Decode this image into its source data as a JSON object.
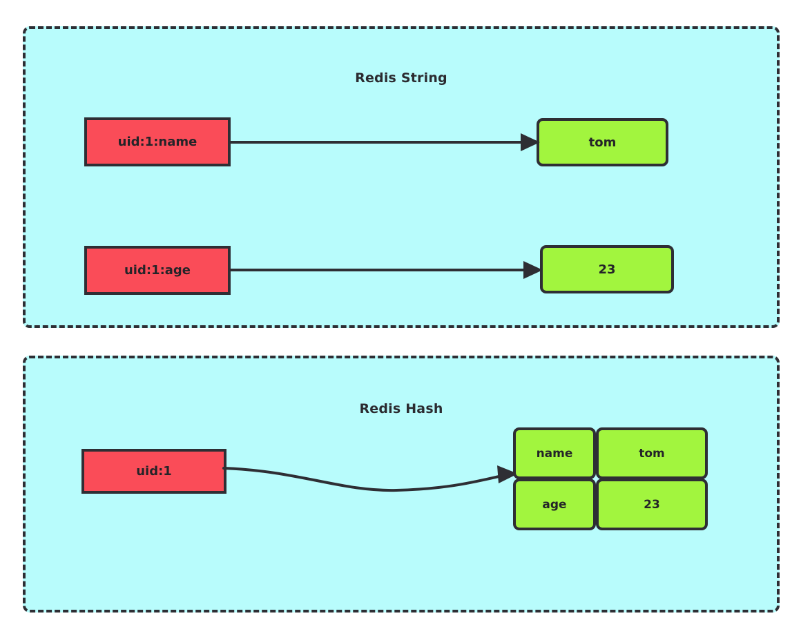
{
  "diagram": {
    "title_hidden": "",
    "sections": [
      {
        "id": "redis-string",
        "title": "Redis String",
        "pairs": [
          {
            "key": "uid:1:name",
            "value": "tom"
          },
          {
            "key": "uid:1:age",
            "value": "23"
          }
        ]
      },
      {
        "id": "redis-hash",
        "title": "Redis Hash",
        "key": "uid:1",
        "fields": [
          {
            "field": "name",
            "value": "tom"
          },
          {
            "field": "age",
            "value": "23"
          }
        ]
      }
    ],
    "colors": {
      "page_background": "#ffffff",
      "section_fill": "#b8fcfc",
      "section_border": "#2e2e34",
      "key_fill": "#fa4c58",
      "value_fill": "#a2f53e",
      "stroke": "#2e2e34",
      "text": "#242428"
    }
  }
}
